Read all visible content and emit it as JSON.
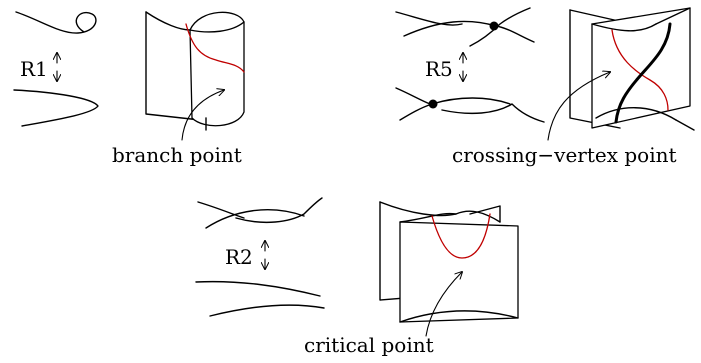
{
  "moves": {
    "r1": {
      "label": "R1",
      "caption": "branch point"
    },
    "r5": {
      "label": "R5",
      "caption": "crossing−vertex point"
    },
    "r2": {
      "label": "R2",
      "caption": "critical point"
    }
  },
  "colors": {
    "ink": "#000000",
    "singular_curve": "#c00000",
    "background": "#ffffff"
  }
}
